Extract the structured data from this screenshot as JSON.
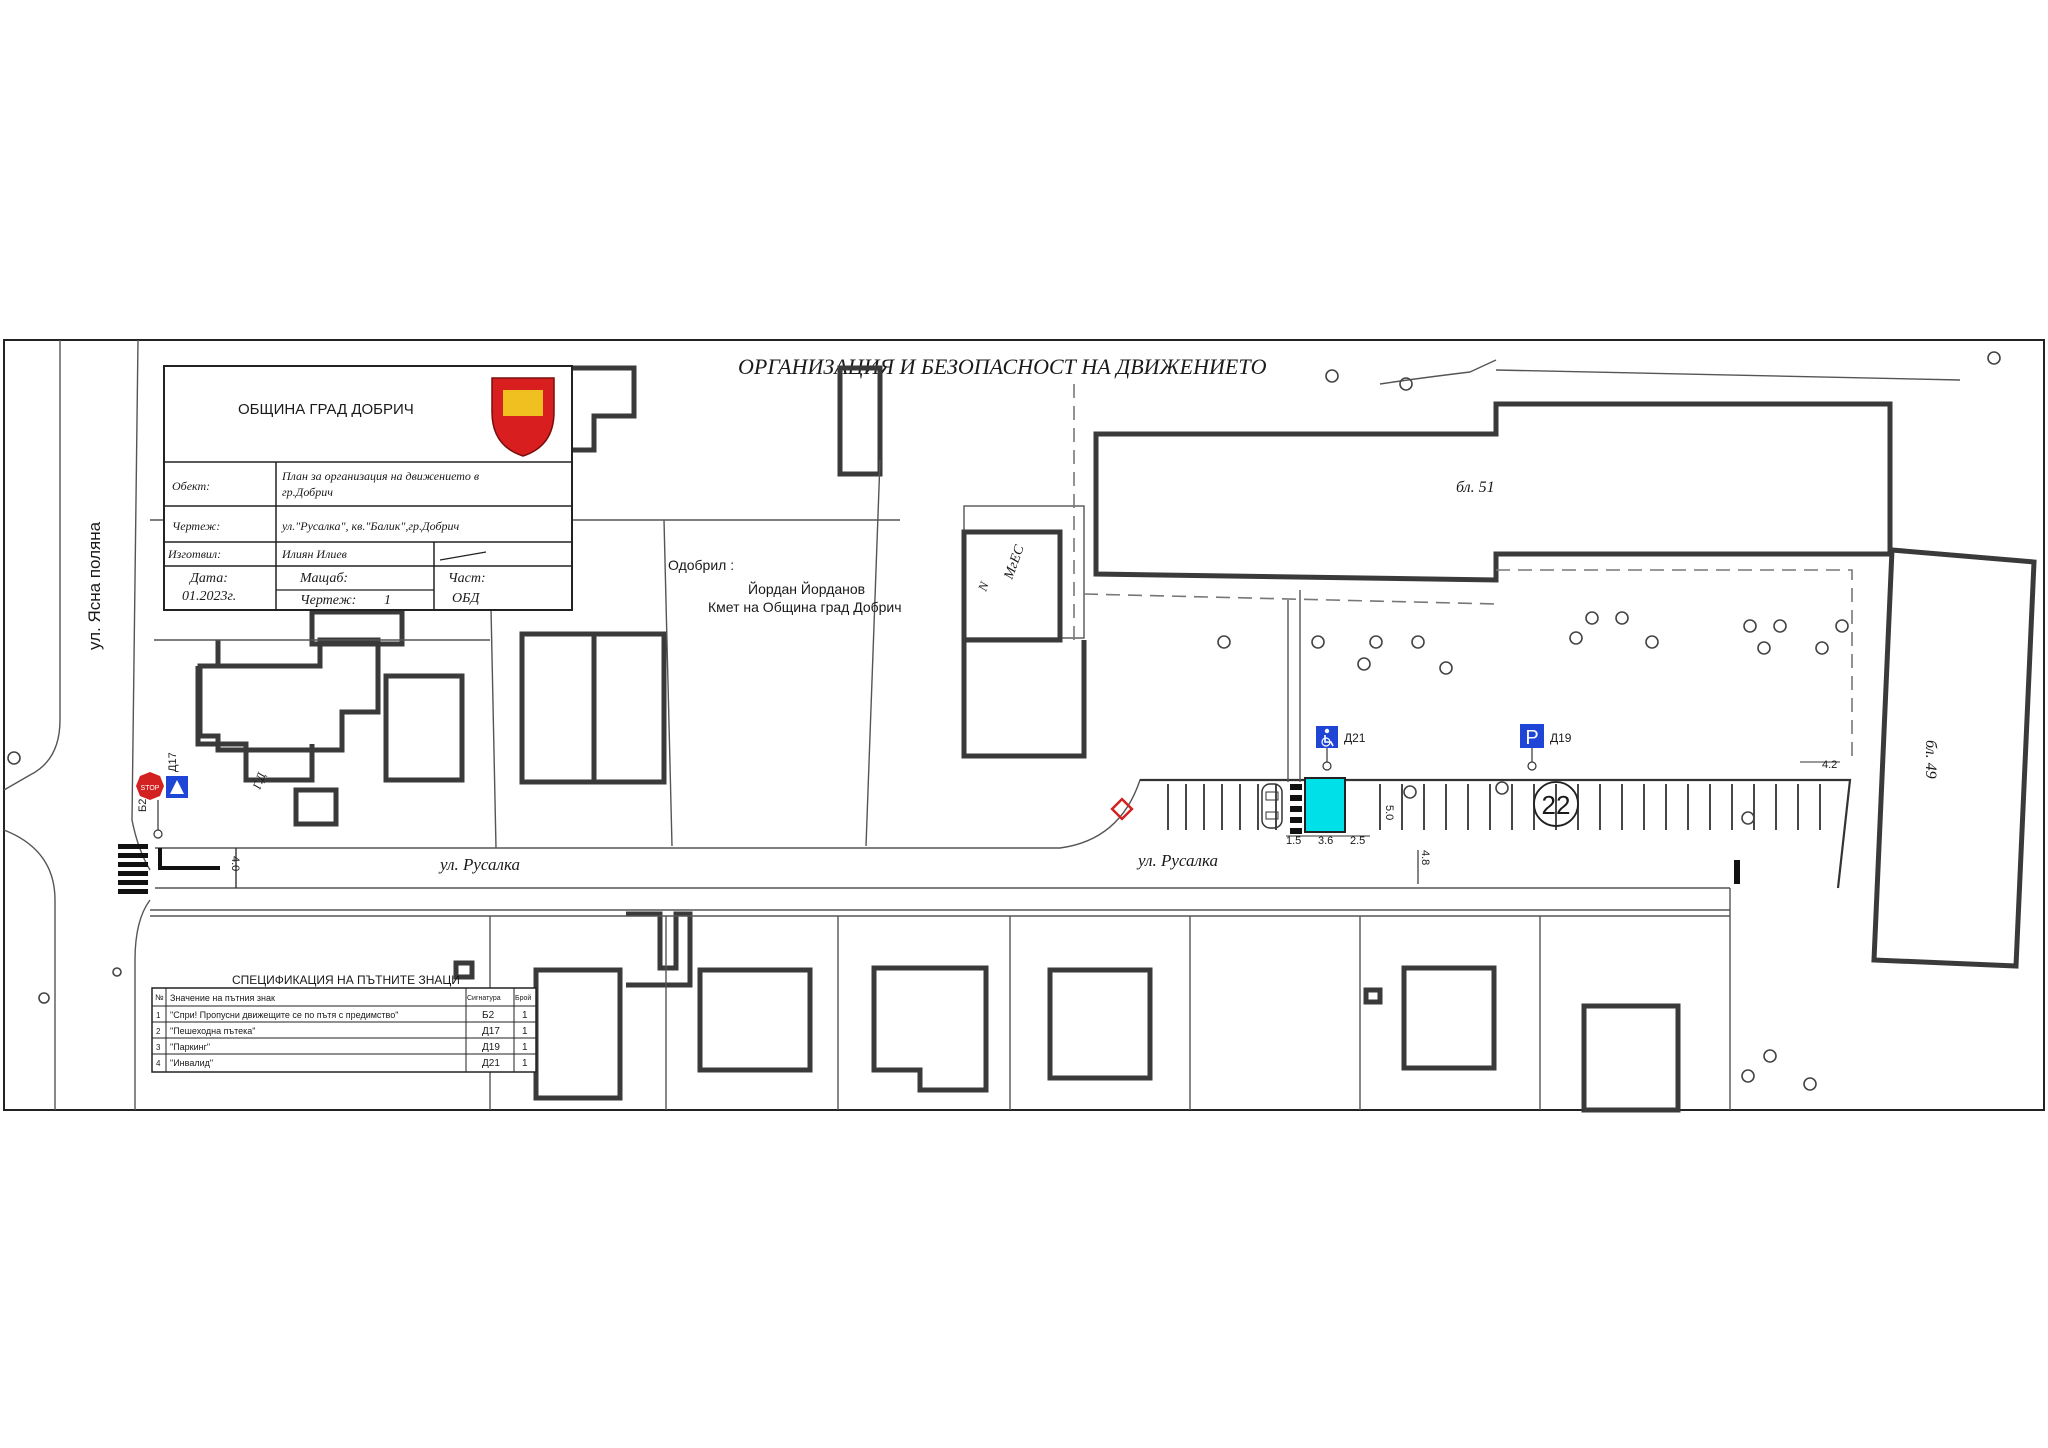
{
  "drawing": {
    "title": "ОРГАНИЗАЦИЯ И БЕЗОПАСНОСТ НА ДВИЖЕНИЕТО",
    "approval_label": "Одобрил :",
    "approver_name": "Йордан Йорданов",
    "approver_role": "Кмет на Община град Добрич"
  },
  "title_block": {
    "org": "ОБЩИНА ГРАД ДОБРИЧ",
    "object_label": "Обект:",
    "object_line1": "План за организация на движението в",
    "object_line2": "гр.Добрич",
    "drawing_label": "Чертеж:",
    "drawing_value": "ул.\"Русалка\",  кв.\"Балик\",гр.Добрич",
    "author_label": "Изготвил:",
    "author_value": "Илиян Илиев",
    "date_label": "Дата:",
    "date_value": "01.2023г.",
    "scale_label": "Мащаб:",
    "sheet_label": "Чертеж:",
    "sheet_value": "1",
    "part_label": "Част:",
    "part_value": "ОБД",
    "crest_color": "#d81e1e"
  },
  "streets": {
    "yasna_polyana": "ул. Ясна поляна",
    "rusalka_west": "ул. Русалка",
    "rusalka_east": "ул. Русалка"
  },
  "buildings": {
    "bl51": "бл. 51",
    "bl49": "бл. 49",
    "mgs": "МгЕС",
    "mgs_n": "N",
    "small_label": "Г.Д"
  },
  "signs": {
    "b2_code": "Б2",
    "d17_code": "Д17",
    "d21_code": "Д21",
    "d19_code": "Д19",
    "stop_text": "STOP",
    "parking_letter": "P",
    "stop_color": "#d32020",
    "blue_color": "#1f45d6",
    "disabled_space_color": "#00e0e8"
  },
  "dimensions": {
    "d_1_5": "1.5",
    "d_3_6": "3.6",
    "d_2_5": "2.5",
    "d_5_0": "5.0",
    "d_4_8": "4.8",
    "d_4_2": "4.2",
    "d_4_0": "4.0",
    "parking_count": "22"
  },
  "spec_table": {
    "title": "СПЕЦИФИКАЦИЯ НА ПЪТНИТЕ ЗНАЦИ",
    "headers": [
      "№",
      "Значение на пътния знак",
      "Сигнатура",
      "Брой"
    ],
    "rows": [
      [
        "1",
        "\"Спри! Пропусни движещите се по пътя с предимство\"",
        "Б2",
        "1"
      ],
      [
        "2",
        "\"Пешеходна пътека\"",
        "Д17",
        "1"
      ],
      [
        "3",
        "\"Паркинг\"",
        "Д19",
        "1"
      ],
      [
        "4",
        "\"Инвалид\"",
        "Д21",
        "1"
      ]
    ]
  }
}
